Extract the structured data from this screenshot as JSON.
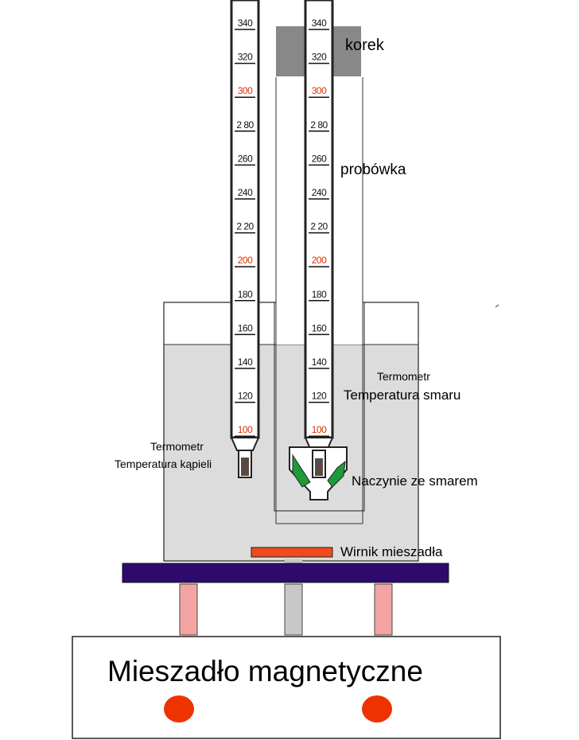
{
  "labels": {
    "cork": "korek",
    "test_tube": "probówka",
    "thermo_grease_line1": "Termometr",
    "thermo_grease_line2": "Temperatura smaru",
    "thermo_bath_line1": "Termometr",
    "thermo_bath_line2": "Temperatura kąpieli",
    "grease_cup": "Naczynie ze smarem",
    "stir_bar": "Wirnik mieszadła",
    "stirrer": "Mieszadło magnetyczne"
  },
  "thermometer_scale": {
    "ticks": [
      "340",
      "320",
      "300",
      "2 80",
      "260",
      "240",
      "2 20",
      "200",
      "180",
      "160",
      "140",
      "120",
      "100"
    ],
    "highlighted": [
      "300",
      "200",
      "100"
    ]
  },
  "colors": {
    "bath_liquid": "#dcdcdc",
    "cork": "#888888",
    "stirrer_plate": "#2e0a6e",
    "support_legs": "#f4a3a3",
    "center_post": "#c8c8c8",
    "stir_bar": "#ee4b1e",
    "knobs": "#ee3300",
    "grease_cup_fill": "#1e9a3a",
    "highlight_tick": "#dd3300",
    "bulb_fill": "#5a4a44"
  }
}
